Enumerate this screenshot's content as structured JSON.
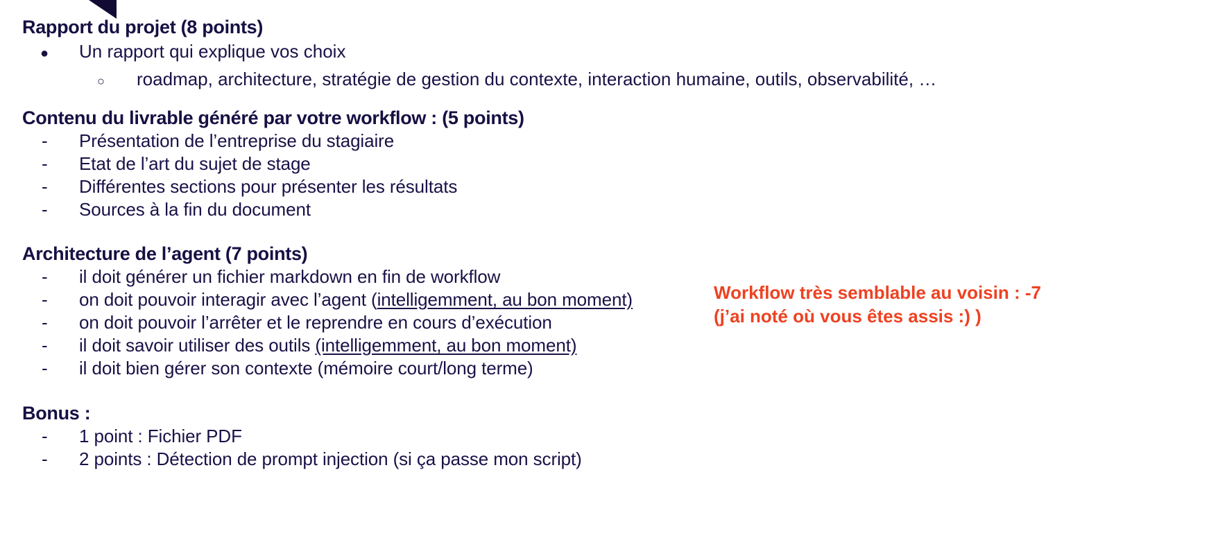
{
  "slide": {
    "theme_color_dark": "#161043",
    "theme_color_accent": "#ED4222",
    "background": "#FFFFFF",
    "decoration": "corner-triangle"
  },
  "sections": [
    {
      "heading": "Rapport du projet  (8 points)",
      "items": [
        {
          "marker": "●",
          "level": 1,
          "text": "Un rapport qui explique vos choix"
        },
        {
          "marker": "○",
          "level": 2,
          "text": "roadmap, architecture, stratégie de gestion du contexte, interaction humaine, outils, observabilité, …"
        }
      ]
    },
    {
      "heading": "Contenu du livrable généré par votre workflow : (5 points)",
      "items": [
        {
          "marker": "-",
          "text": "Présentation de l’entreprise du stagiaire"
        },
        {
          "marker": "-",
          "text": "Etat de l’art du sujet de stage"
        },
        {
          "marker": "-",
          "text": "Différentes sections pour présenter les résultats"
        },
        {
          "marker": "-",
          "text": "Sources à la fin du document"
        }
      ]
    },
    {
      "heading": "Architecture de l’agent (7 points)",
      "items": [
        {
          "marker": "-",
          "text": "il doit générer un fichier markdown en fin de workflow"
        },
        {
          "marker": "-",
          "text_before": "on doit pouvoir interagir avec l’agent (",
          "text_underlined": "intelligemment, au bon moment)",
          "text_after": ""
        },
        {
          "marker": "-",
          "text": "on doit pouvoir l’arrêter et le reprendre en cours d’exécution"
        },
        {
          "marker": "-",
          "text_before": "il doit savoir utiliser des outils ",
          "text_underlined": "(intelligemment, au bon moment)",
          "text_after": ""
        },
        {
          "marker": "-",
          "text": "il doit bien gérer son contexte (mémoire court/long terme)"
        }
      ]
    },
    {
      "heading": "Bonus :",
      "items": [
        {
          "marker": "-",
          "text": "1 point : Fichier PDF"
        },
        {
          "marker": "-",
          "text": "2 points : Détection de prompt injection (si ça passe mon script)"
        }
      ]
    }
  ],
  "annotation": {
    "color": "#ED4222",
    "lines": [
      "Workflow très semblable au voisin : -7",
      "(j’ai noté où vous êtes assis :) )"
    ]
  }
}
